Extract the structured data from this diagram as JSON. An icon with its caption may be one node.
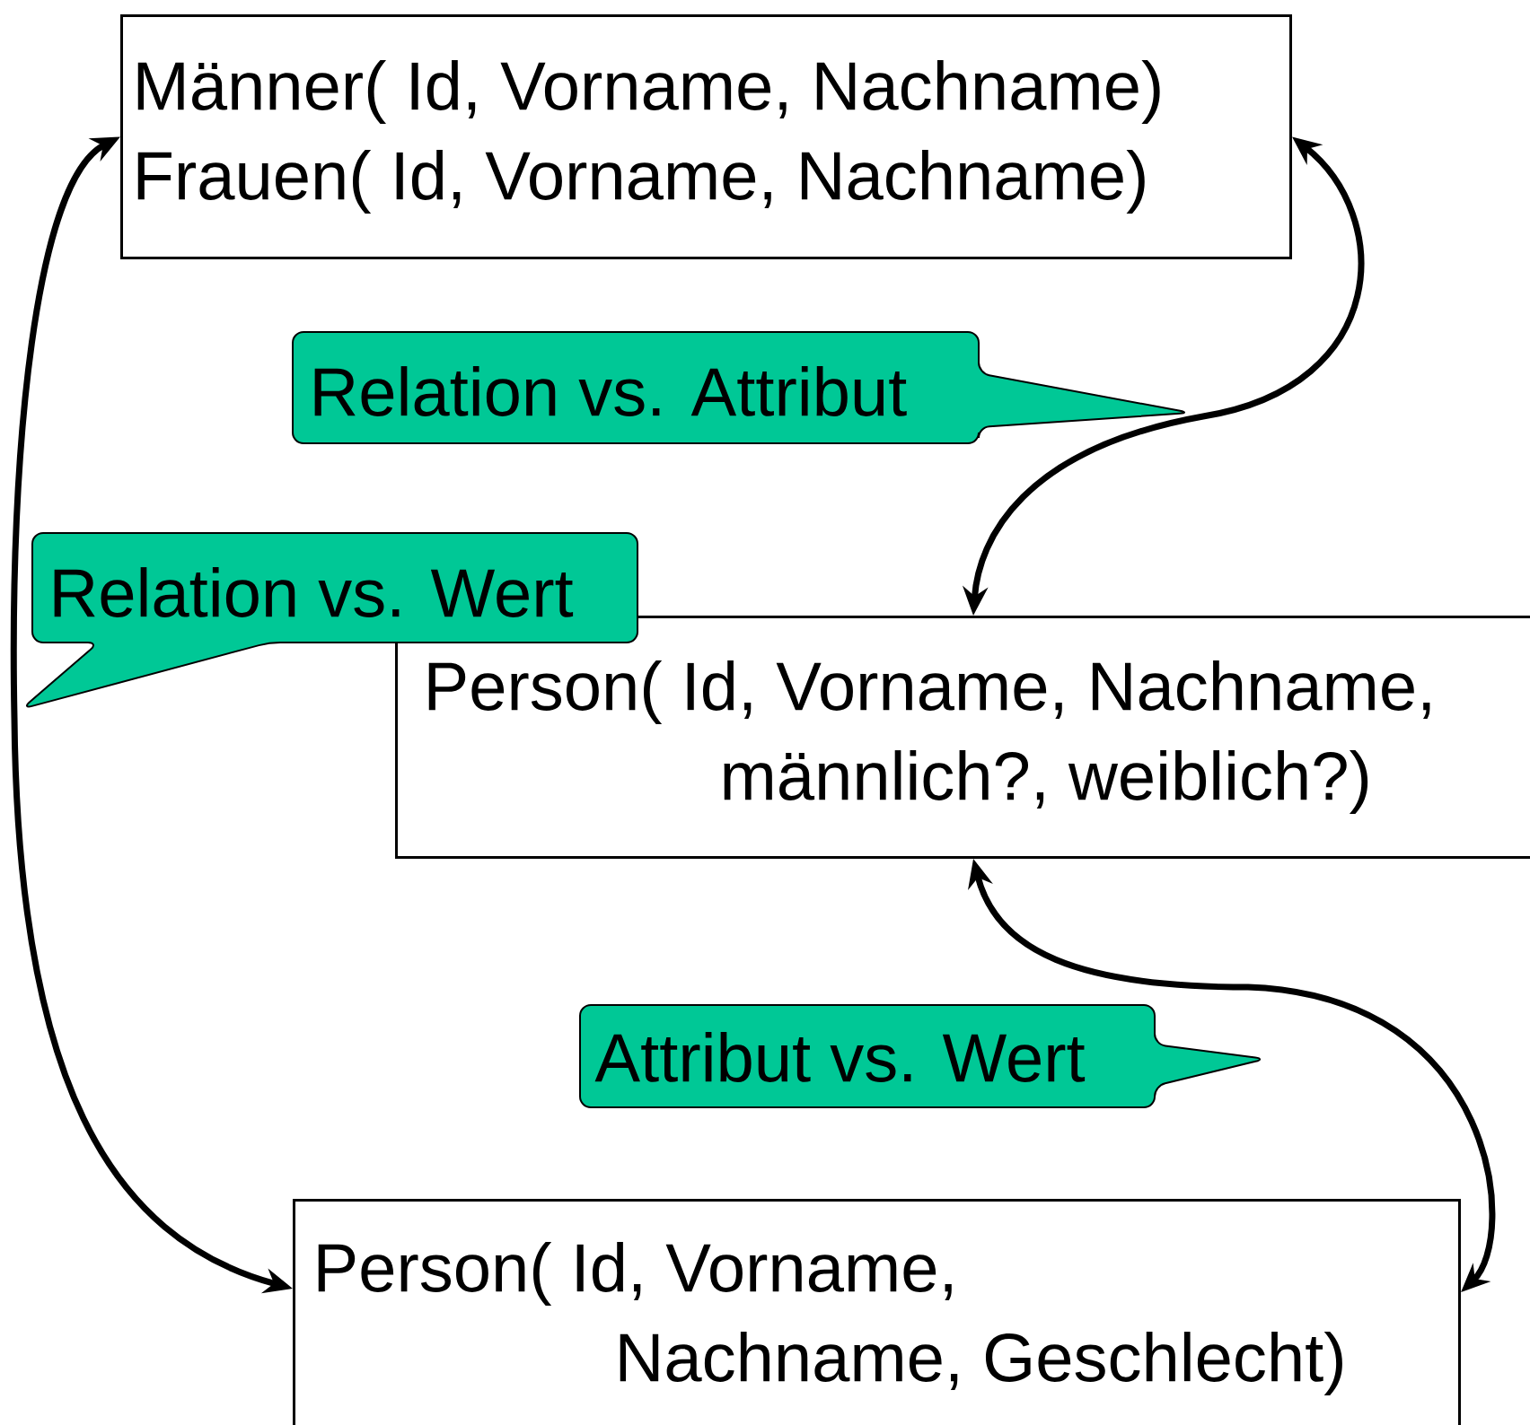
{
  "diagram": {
    "nodes": [
      {
        "text": [
          "Männer( Id, Vorname, Nachname)",
          "Frauen( Id, Vorname, Nachname)"
        ]
      },
      {
        "text": [
          "Relation vs. Attribut"
        ]
      },
      {
        "text": [
          "Relation vs. Wert"
        ]
      },
      {
        "text": [
          "Person( Id, Vorname, Nachname, männlich?, weiblich?)"
        ]
      },
      {
        "text": [
          "Attribut vs. Wert"
        ]
      },
      {
        "text": [
          "Person( Id, Vorname, Nachname, Geschlecht)"
        ]
      }
    ],
    "edges": [
      {
        "from": 0,
        "to": 3,
        "arrow": "both"
      },
      {
        "from": 0,
        "to": 5,
        "arrow": "both"
      },
      {
        "from": 3,
        "to": 5,
        "arrow": "both"
      }
    ]
  }
}
